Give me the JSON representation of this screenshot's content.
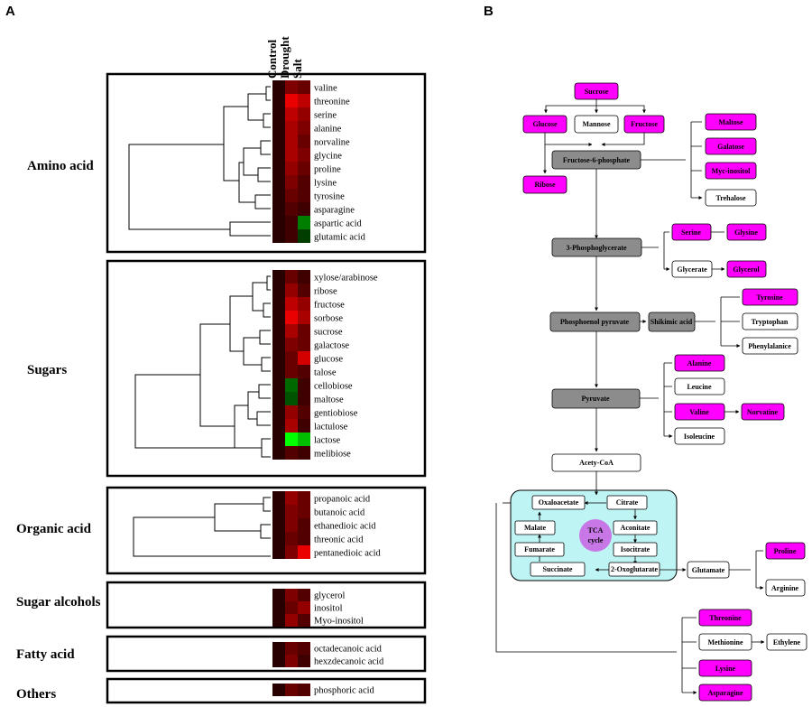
{
  "panel_a": {
    "letter": "A",
    "column_headers": [
      "Control",
      "Drought",
      "Salt"
    ],
    "groups": [
      {
        "label": "Amino acid",
        "metabolites": [
          "valine",
          "threonine",
          "serine",
          "alanine",
          "norvaline",
          "glycine",
          "proline",
          "lysine",
          "tyrosine",
          "asparagine",
          "aspartic acid",
          "glutamic acid"
        ],
        "values": [
          [
            0,
            0.4,
            0.3
          ],
          [
            0,
            0.9,
            0.7
          ],
          [
            0,
            0.7,
            0.5
          ],
          [
            0,
            0.6,
            0.4
          ],
          [
            0,
            0.6,
            0.3
          ],
          [
            0,
            0.6,
            0.4
          ],
          [
            0,
            0.5,
            0.3
          ],
          [
            0,
            0.4,
            0.2
          ],
          [
            0,
            0.3,
            0.2
          ],
          [
            0,
            0.2,
            0.1
          ],
          [
            0,
            0.1,
            -0.4
          ],
          [
            0,
            0.1,
            -0.1
          ]
        ]
      },
      {
        "label": "Sugars",
        "metabolites": [
          "xylose/arabinose",
          "ribose",
          "fructose",
          "sorbose",
          "sucrose",
          "galactose",
          "glucose",
          "talose",
          "cellobiose",
          "maltose",
          "gentiobiose",
          "lactulose",
          "lactose",
          "melibiose"
        ],
        "values": [
          [
            0,
            0.3,
            0.1
          ],
          [
            0,
            0.5,
            0.2
          ],
          [
            0,
            0.7,
            0.5
          ],
          [
            0,
            0.9,
            0.6
          ],
          [
            0,
            0.6,
            0.3
          ],
          [
            0,
            0.4,
            0.3
          ],
          [
            0,
            0.3,
            0.8
          ],
          [
            0,
            0.3,
            0.2
          ],
          [
            0,
            -0.3,
            0.1
          ],
          [
            0,
            -0.2,
            0.1
          ],
          [
            0,
            0.5,
            0.2
          ],
          [
            0,
            0.6,
            0.1
          ],
          [
            0,
            -1,
            -0.7
          ],
          [
            0,
            0.2,
            0.1
          ]
        ]
      },
      {
        "label": "Organic acid",
        "metabolites": [
          "propanoic acid",
          "butanoic acid",
          "ethanedioic acid",
          "threonic acid",
          "pentanedioic acid"
        ],
        "values": [
          [
            0,
            0.5,
            0.3
          ],
          [
            0,
            0.4,
            0.3
          ],
          [
            0,
            0.4,
            0.2
          ],
          [
            0,
            0.3,
            0.2
          ],
          [
            0,
            0.4,
            0.9
          ]
        ]
      },
      {
        "label": "Sugar alcohols",
        "metabolites": [
          "glycerol",
          "inositol",
          "Myo-inositol"
        ],
        "values": [
          [
            0,
            0.4,
            0.2
          ],
          [
            0,
            0.3,
            0.5
          ],
          [
            0,
            0.5,
            0.2
          ]
        ]
      },
      {
        "label": "Fatty acid",
        "metabolites": [
          "octadecanoic acid",
          "hexzdecanoic acid"
        ],
        "values": [
          [
            0,
            0.3,
            0.2
          ],
          [
            0,
            0.4,
            0.1
          ]
        ]
      },
      {
        "label": "Others",
        "metabolites": [
          "phosphoric acid"
        ],
        "values": [
          [
            0,
            0.3,
            0.2
          ]
        ]
      }
    ]
  },
  "panel_b": {
    "letter": "B",
    "nodes": {
      "sucrose": "Sucrose",
      "glucose": "Glucose",
      "mannose": "Mannose",
      "fructose": "Fructose",
      "f6p": "Fructose-6-phosphate",
      "ribose": "Ribose",
      "maltose": "Maltose",
      "galatose": "Galatose",
      "myo": "Myc-inositol",
      "trehalose": "Trehalose",
      "pg3": "3-Phosphoglycerate",
      "serine": "Serine",
      "glysine": "Glysine",
      "glycerate": "Glycerate",
      "glycerol": "Glycerol",
      "pep": "Phosphoenol pyruvate",
      "shikimic": "Shikimic acid",
      "tyrosine": "Tyrosine",
      "tryptophan": "Tryptophan",
      "phenylalanice": "Phenylalanice",
      "pyruvate": "Pyruvate",
      "alanine": "Alanine",
      "leucine": "Leucine",
      "valine": "Valine",
      "norvatine": "Norvatine",
      "isoleucine": "Isoleucine",
      "acetyl": "Acety-CoA",
      "oxaloacetate": "Oxaloacetate",
      "citrate": "Citrate",
      "malate": "Malate",
      "tca": "TCA",
      "cycle": "cycle",
      "aconitate": "Aconitate",
      "fumarate": "Fumarate",
      "isocitrate": "Isocitrate",
      "succinate": "Succinate",
      "oxoglutarate": "2-Oxoglutarate",
      "glutamate": "Glutamate",
      "proline": "Proline",
      "arginine": "Arginine",
      "threonine": "Threonine",
      "methionine": "Methionine",
      "ethylene": "Ethylene",
      "lysine": "Lysine",
      "asparagine": "Asparagine"
    },
    "colors": {
      "highlight_fill": "#ff00ff",
      "process_fill": "#8c8c8c",
      "tca_fill": "#bff4f4",
      "tca_circle": "#c878e6"
    }
  }
}
